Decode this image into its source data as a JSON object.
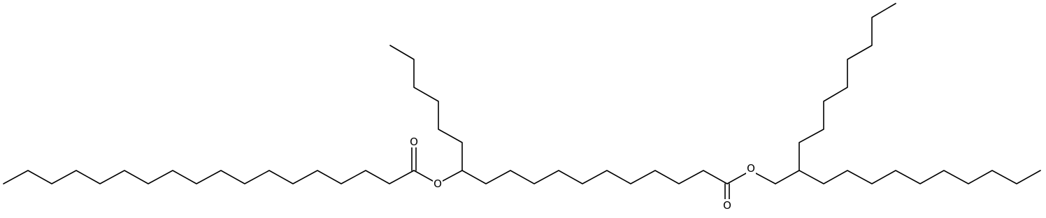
{
  "molecule": {
    "atoms": {
      "ester_o_left": "O",
      "carbonyl_o_left": "O",
      "ester_o_right": "O",
      "carbonyl_o_right": "O"
    }
  }
}
